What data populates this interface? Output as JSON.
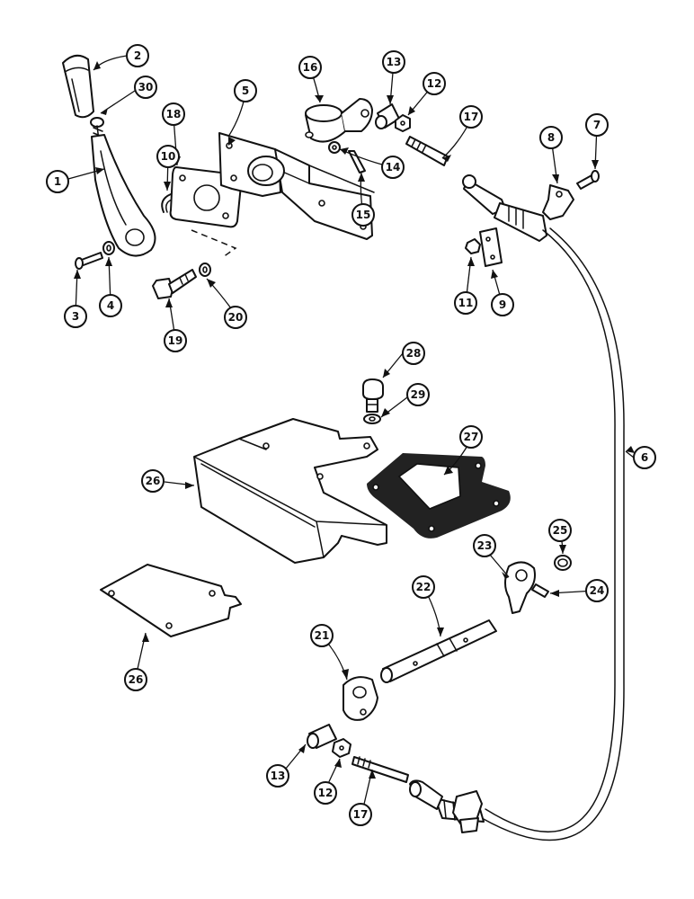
{
  "callouts": [
    "1",
    "2",
    "3",
    "4",
    "5",
    "6",
    "7",
    "8",
    "9",
    "10",
    "11",
    "12",
    "12",
    "13",
    "13",
    "14",
    "15",
    "16",
    "17",
    "17",
    "18",
    "19",
    "20",
    "21",
    "22",
    "23",
    "24",
    "25",
    "26",
    "26",
    "27",
    "28",
    "29",
    "30"
  ]
}
